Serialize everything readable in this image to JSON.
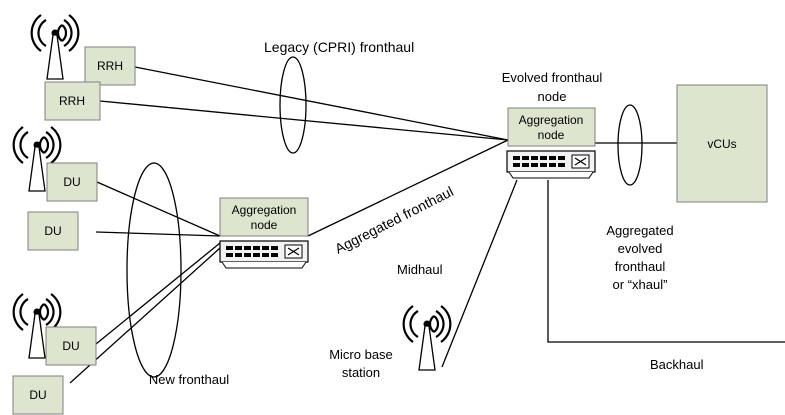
{
  "colors": {
    "box_fill": "#dde5cf",
    "box_stroke": "#7f7f7f",
    "line": "#000000",
    "switch_fill": "#f2f2f2"
  },
  "labels": {
    "legacy_fronthaul": "Legacy (CPRI) fronthaul",
    "evolved_node_line1": "Evolved fronthaul",
    "evolved_node_line2": "node",
    "aggregated_fronthaul": "Aggregated fronthaul",
    "midhaul": "Midhaul",
    "micro_line1": "Micro base",
    "micro_line2": "station",
    "new_fronthaul": "New fronthaul",
    "xhaul_line1": "Aggregated",
    "xhaul_line2": "evolved",
    "xhaul_line3": "fronthaul",
    "xhaul_line4": "or “xhaul”",
    "backhaul": "Backhaul"
  },
  "boxes": {
    "rrh_1": "RRH",
    "rrh_2": "RRH",
    "du_1": "DU",
    "du_2": "DU",
    "du_3": "DU",
    "du_4": "DU",
    "agg_left_line1": "Aggregation",
    "agg_left_line2": "node",
    "agg_right_line1": "Aggregation",
    "agg_right_line2": "node",
    "vcus": "vCUs"
  },
  "icons": [
    "antenna-tower-icon",
    "network-switch-icon"
  ]
}
